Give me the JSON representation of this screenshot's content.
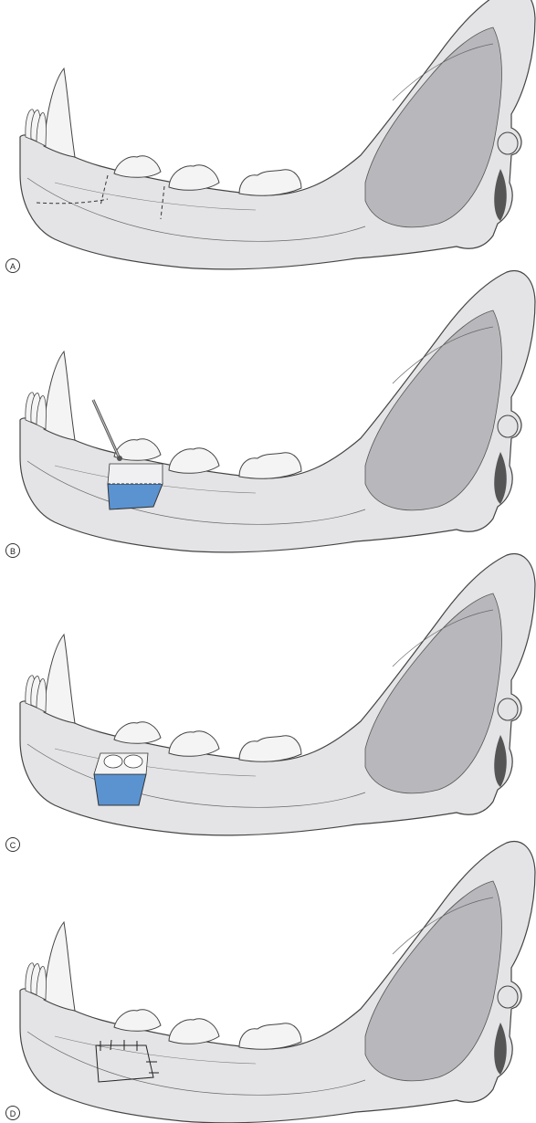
{
  "panels": [
    {
      "label": "A",
      "stage": "incision-lines"
    },
    {
      "label": "B",
      "stage": "bone-window-osteotomy"
    },
    {
      "label": "C",
      "stage": "bone-window-opened"
    },
    {
      "label": "D",
      "stage": "closure-sutured"
    }
  ],
  "colors": {
    "bone_fill": "#e4e4e6",
    "bone_shade": "#b8b8bc",
    "bone_outline": "#444444",
    "window_fill": "#5b93d1",
    "tooth_fill": "#f4f4f4"
  }
}
